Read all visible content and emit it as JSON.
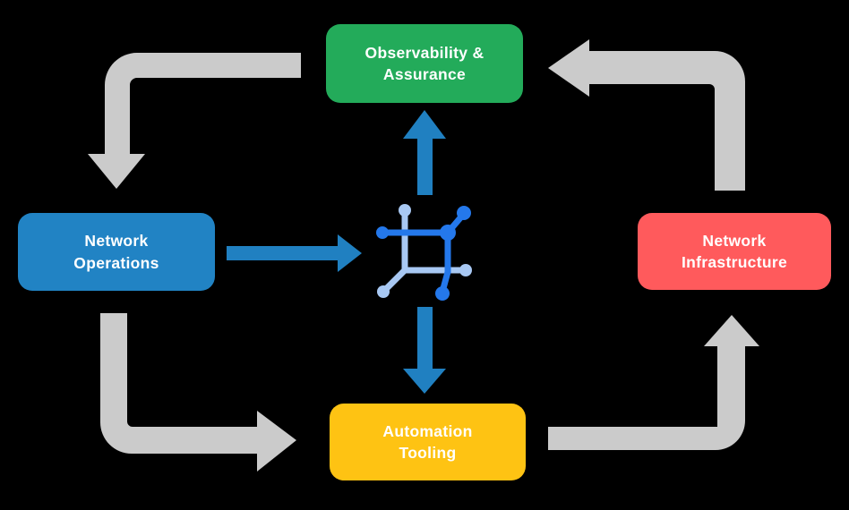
{
  "background": "#000000",
  "nodes": {
    "observability": {
      "label": "Observability &\nAssurance",
      "color": "#23AB5A",
      "text_color": "#FFFFFF"
    },
    "operations": {
      "label": "Network\nOperations",
      "color": "#2183C4",
      "text_color": "#FFFFFF"
    },
    "infrastructure": {
      "label": "Network\nInfrastructure",
      "color": "#FF5A5C",
      "text_color": "#FFFFFF"
    },
    "automation": {
      "label": "Automation\nTooling",
      "color": "#FEC313",
      "text_color": "#FFFFFF"
    }
  },
  "colors": {
    "cycle_arrow": "#CBCBCB",
    "flow_arrow": "#2080C1",
    "icon_dark": "#2478EB",
    "icon_light": "#A8C8F3"
  },
  "icons": {
    "center": "network-node-icon"
  }
}
